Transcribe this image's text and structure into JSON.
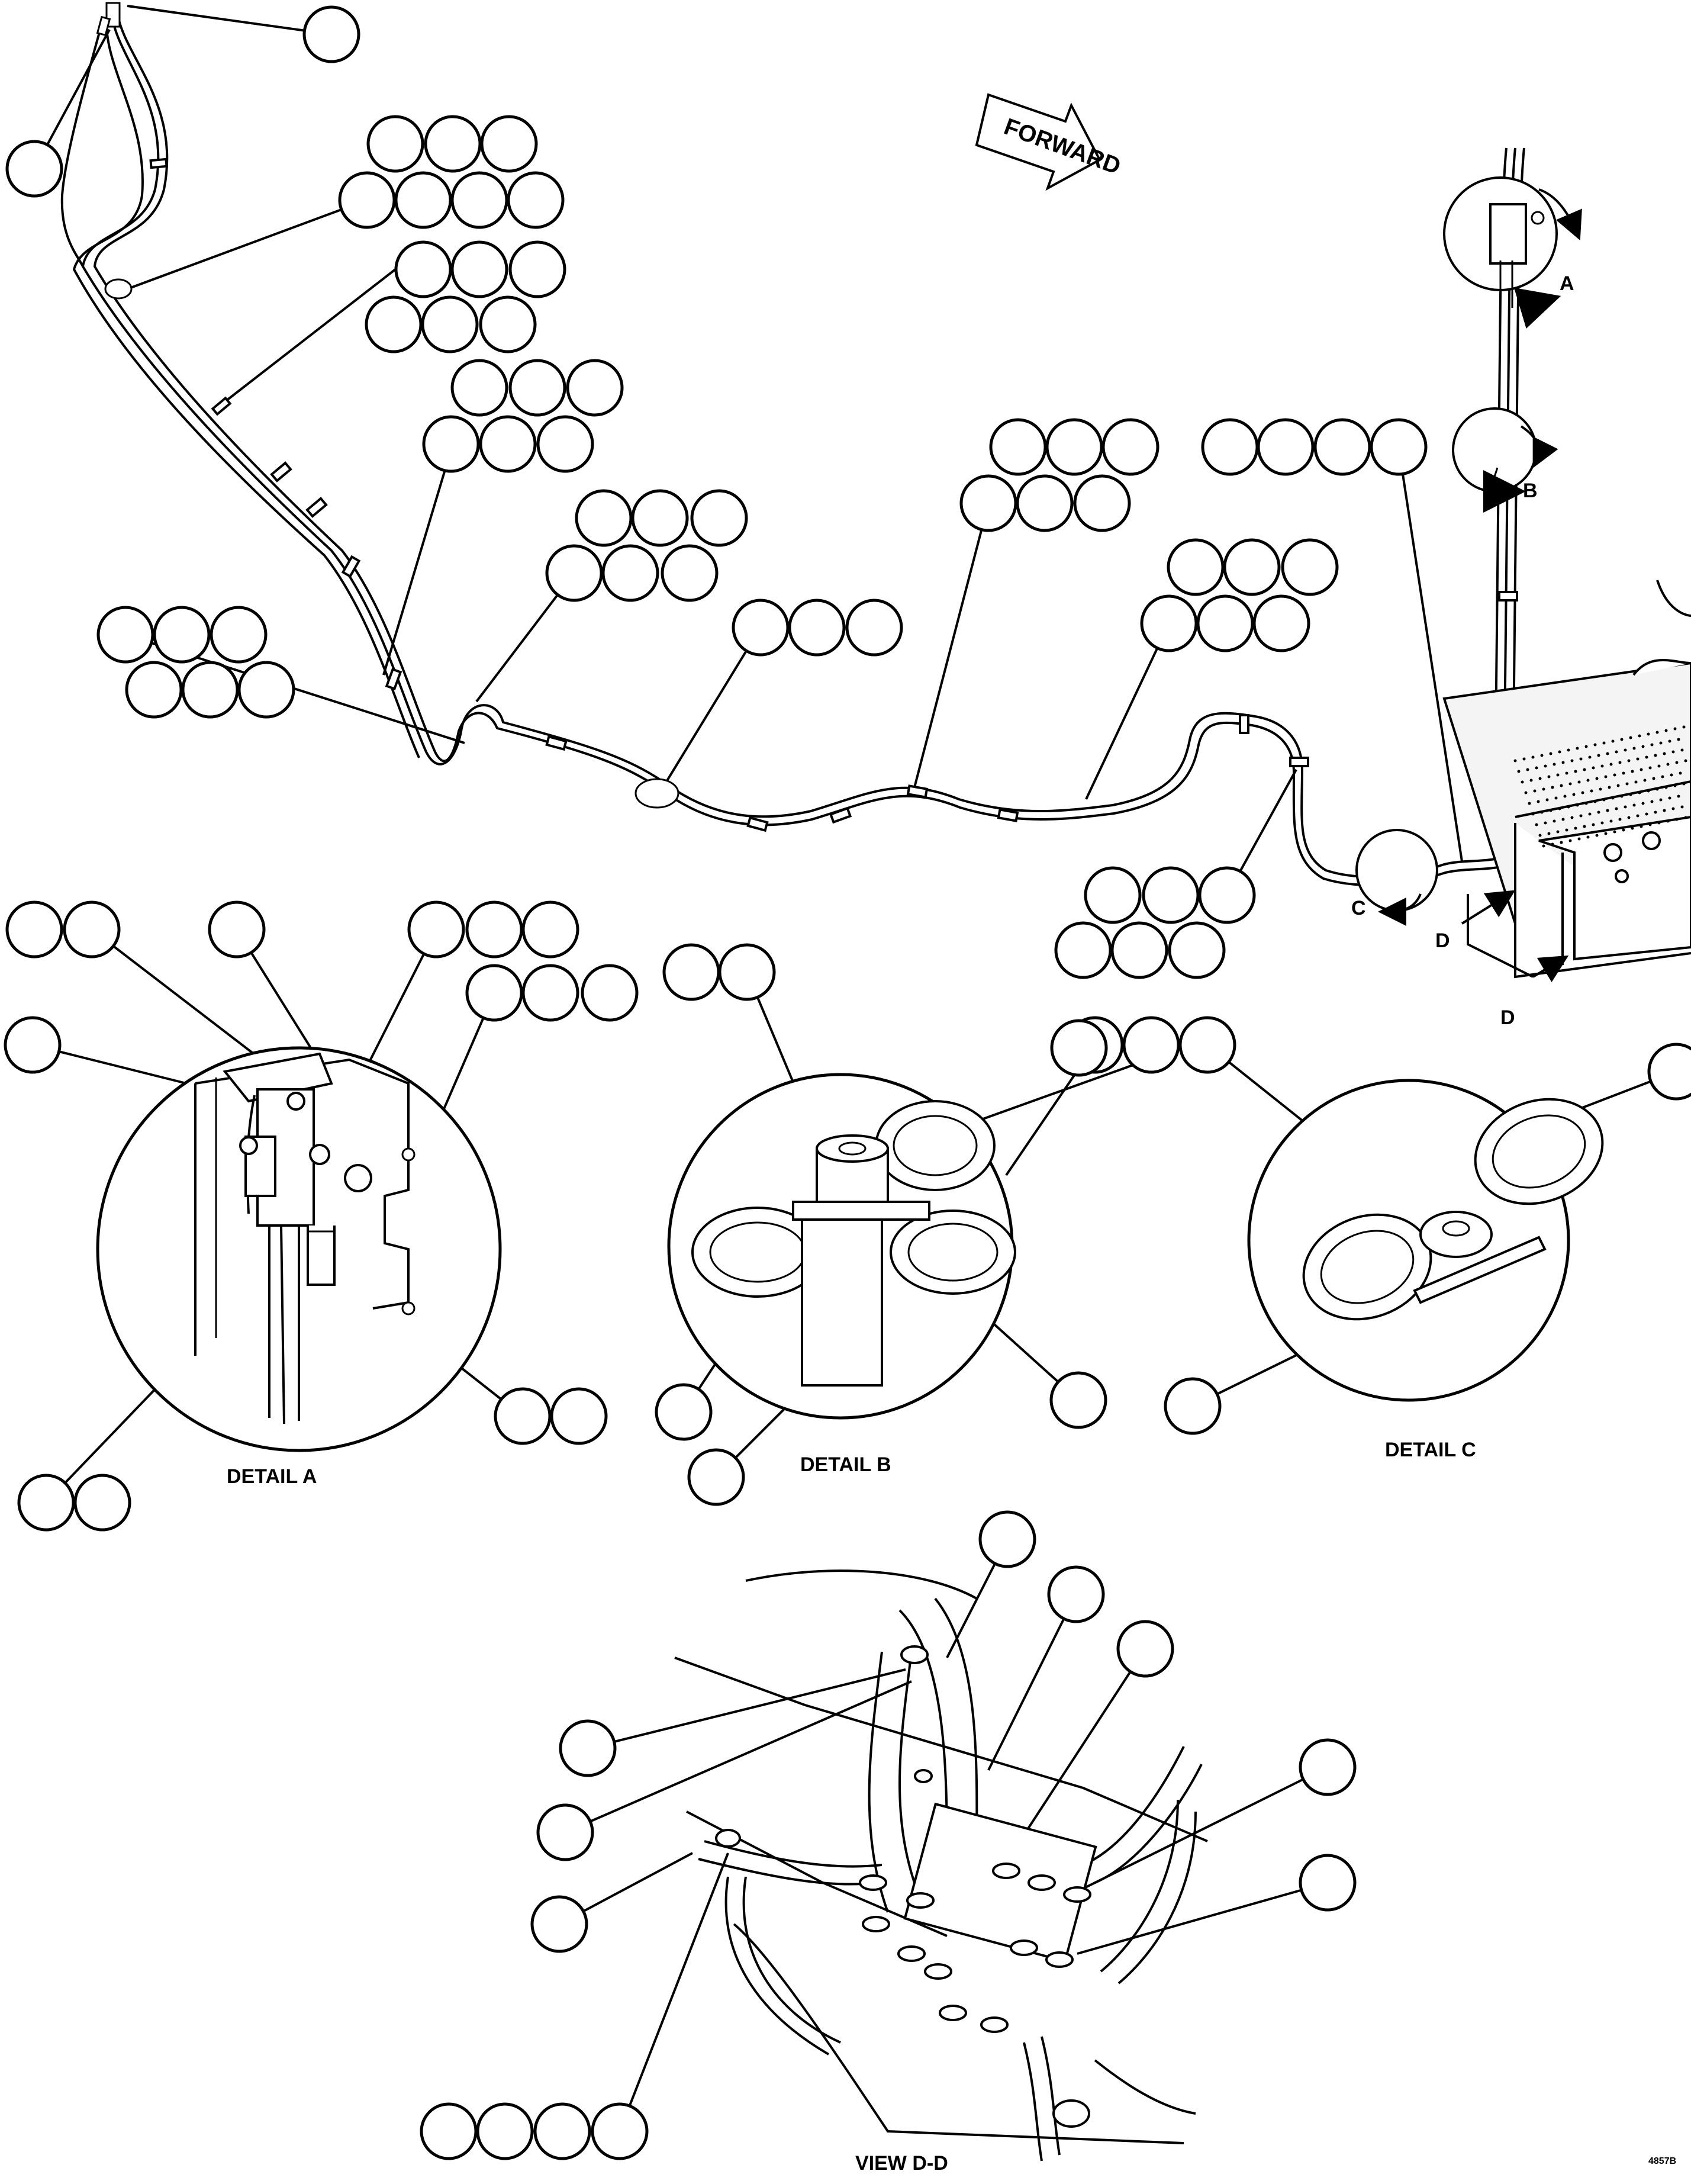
{
  "labels": {
    "forward": "FORWARD",
    "detail_a": "DETAIL A",
    "detail_b": "DETAIL B",
    "detail_c": "DETAIL C",
    "view_dd": "VIEW D-D",
    "marker_a": "A",
    "marker_b": "B",
    "marker_c": "C",
    "marker_d1": "D",
    "marker_d2": "D",
    "figure_id": "4857B"
  },
  "colors": {
    "ink": "#000000",
    "paper": "#ffffff",
    "light_ink": "#888888"
  }
}
